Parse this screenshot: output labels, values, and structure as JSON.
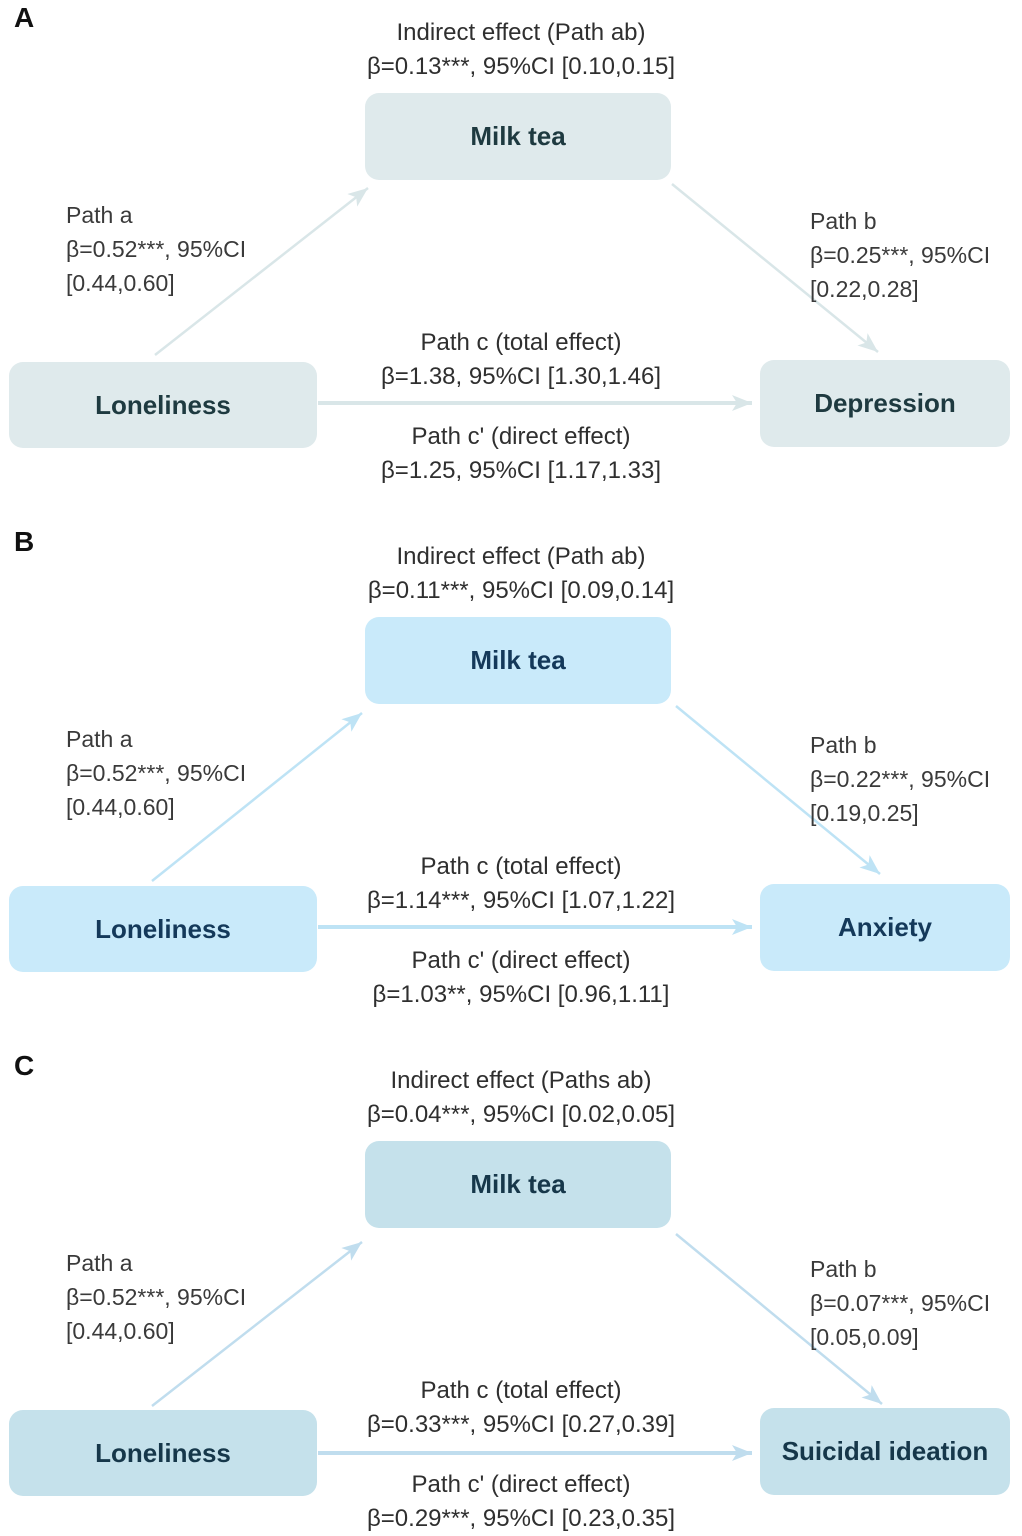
{
  "panels": [
    {
      "label": "A",
      "indirect": {
        "title": "Indirect effect (Path ab)",
        "stat": "β=0.13***, 95%CI [0.10,0.15]"
      },
      "boxes": {
        "mediator": "Milk tea",
        "predictor": "Loneliness",
        "outcome": "Depression"
      },
      "path_a": {
        "title": "Path a",
        "stat_line1": "β=0.52***, 95%CI",
        "stat_line2": "[0.44,0.60]"
      },
      "path_b": {
        "title": "Path b",
        "stat_line1": "β=0.25***, 95%CI",
        "stat_line2": "[0.22,0.28]"
      },
      "path_c": {
        "title": "Path c (total effect)",
        "stat": "β=1.38, 95%CI [1.30,1.46]"
      },
      "path_c_prime": {
        "title": "Path c' (direct effect)",
        "stat": "β=1.25, 95%CI [1.17,1.33]"
      },
      "colors": {
        "box_fill": "#dfeaec",
        "box_text": "#1e3a40",
        "arrow": "#d9e6e8"
      }
    },
    {
      "label": "B",
      "indirect": {
        "title": "Indirect effect (Path ab)",
        "stat": "β=0.11***, 95%CI [0.09,0.14]"
      },
      "boxes": {
        "mediator": "Milk tea",
        "predictor": "Loneliness",
        "outcome": "Anxiety"
      },
      "path_a": {
        "title": "Path a",
        "stat_line1": "β=0.52***, 95%CI",
        "stat_line2": "[0.44,0.60]"
      },
      "path_b": {
        "title": "Path b",
        "stat_line1": "β=0.22***, 95%CI",
        "stat_line2": "[0.19,0.25]"
      },
      "path_c": {
        "title": "Path c (total effect)",
        "stat": "β=1.14***, 95%CI [1.07,1.22]"
      },
      "path_c_prime": {
        "title": "Path c' (direct effect)",
        "stat": "β=1.03**, 95%CI [0.96,1.11]"
      },
      "colors": {
        "box_fill": "#c9eafa",
        "box_text": "#14395a",
        "arrow": "#bee3f5"
      }
    },
    {
      "label": "C",
      "indirect": {
        "title": "Indirect effect (Paths ab)",
        "stat": "β=0.04***, 95%CI [0.02,0.05]"
      },
      "boxes": {
        "mediator": "Milk tea",
        "predictor": "Loneliness",
        "outcome": "Suicidal ideation"
      },
      "path_a": {
        "title": "Path a",
        "stat_line1": "β=0.52***, 95%CI",
        "stat_line2": "[0.44,0.60]"
      },
      "path_b": {
        "title": "Path b",
        "stat_line1": "β=0.07***, 95%CI",
        "stat_line2": "[0.05,0.09]"
      },
      "path_c": {
        "title": "Path c (total effect)",
        "stat": "β=0.33***, 95%CI [0.27,0.39]"
      },
      "path_c_prime": {
        "title": "Path c' (direct effect)",
        "stat": "β=0.29***, 95%CI [0.23,0.35]"
      },
      "colors": {
        "box_fill": "#c5e1eb",
        "box_text": "#16374a",
        "arrow": "#c0ddee"
      }
    }
  ]
}
